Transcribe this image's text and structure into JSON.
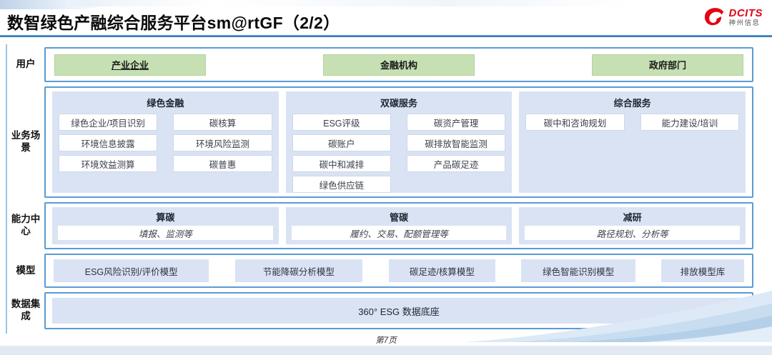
{
  "slide": {
    "title": "数智绿色产融综合服务平台sm@rtGF（2/2）",
    "page_footer": "第7页"
  },
  "logo": {
    "icon": "dcits-swirl-icon",
    "brand": "DCITS",
    "company": "神州信息"
  },
  "rows": {
    "users": {
      "label": "用户",
      "items": [
        {
          "text": "产业企业",
          "underline": true
        },
        {
          "text": "金融机构",
          "underline": false
        },
        {
          "text": "政府部门",
          "underline": false
        }
      ]
    },
    "scenarios": {
      "label": "业务场景",
      "columns": [
        {
          "title": "绿色金融",
          "items": [
            "绿色企业/项目识别",
            "碳核算",
            "环境信息披露",
            "环境风险监测",
            "环境效益测算",
            "碳普惠"
          ]
        },
        {
          "title": "双碳服务",
          "items": [
            "ESG评级",
            "碳资产管理",
            "碳账户",
            "碳排放智能监测",
            "碳中和减排",
            "产品碳足迹",
            "绿色供应链"
          ]
        },
        {
          "title": "综合服务",
          "items": [
            "碳中和咨询规划",
            "能力建设/培训"
          ]
        }
      ]
    },
    "capabilities": {
      "label": "能力中心",
      "groups": [
        {
          "title": "算碳",
          "desc": "填报、监测等"
        },
        {
          "title": "管碳",
          "desc": "履约、交易、配额管理等"
        },
        {
          "title": "减研",
          "desc": "路径规划、分析等"
        }
      ]
    },
    "models": {
      "label": "模型",
      "items": [
        "ESG风险识别/评价模型",
        "节能降碳分析模型",
        "碳足迹/核算模型",
        "绿色智能识别模型",
        "排放模型库"
      ]
    },
    "data_integration": {
      "label": "数据集成",
      "item": "360° ESG 数据底座"
    }
  },
  "colors": {
    "accent_border": "#5b9bd5",
    "panel_fill": "#dae3f3",
    "user_fill": "#c6e0b4",
    "title_rule": "#2e74b5",
    "logo_red": "#e60012",
    "bottom_bar": "#e3e9f3"
  }
}
